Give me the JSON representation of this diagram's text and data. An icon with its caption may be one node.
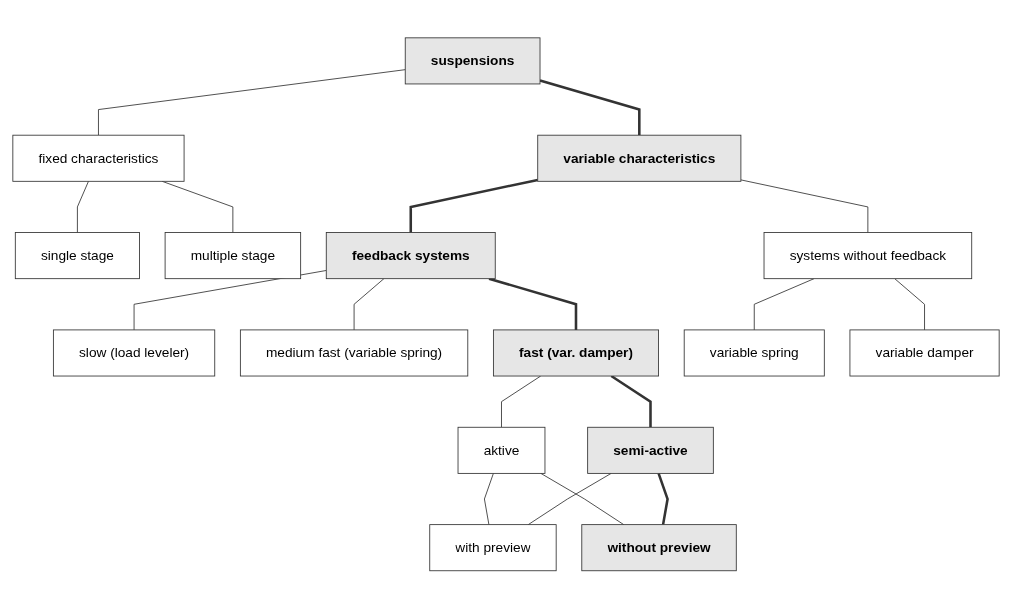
{
  "diagram": {
    "nodes": [
      {
        "text": [
          "suspensions"
        ]
      },
      {
        "text": [
          "fixed characteristics"
        ]
      },
      {
        "text": [
          "variable characteristics"
        ]
      },
      {
        "text": [
          "single stage"
        ]
      },
      {
        "text": [
          "multiple stage"
        ]
      },
      {
        "text": [
          "feedback systems"
        ]
      },
      {
        "text": [
          "systems without feedback"
        ]
      },
      {
        "text": [
          "slow (load leveler)"
        ]
      },
      {
        "text": [
          "medium fast (variable spring)"
        ]
      },
      {
        "text": [
          "fast (var. damper)"
        ]
      },
      {
        "text": [
          "variable spring"
        ]
      },
      {
        "text": [
          "variable damper"
        ]
      },
      {
        "text": [
          "aktive"
        ]
      },
      {
        "text": [
          "semi-active"
        ]
      },
      {
        "text": [
          "with preview"
        ]
      },
      {
        "text": [
          "without preview"
        ]
      }
    ],
    "edges": [
      {
        "from": 0,
        "to": 1,
        "arrow": "none"
      },
      {
        "from": 0,
        "to": 2,
        "arrow": "none",
        "style": "thick"
      },
      {
        "from": 1,
        "to": 3,
        "arrow": "none"
      },
      {
        "from": 1,
        "to": 4,
        "arrow": "none"
      },
      {
        "from": 2,
        "to": 5,
        "arrow": "none",
        "style": "thick"
      },
      {
        "from": 2,
        "to": 6,
        "arrow": "none"
      },
      {
        "from": 5,
        "to": 7,
        "arrow": "none"
      },
      {
        "from": 5,
        "to": 8,
        "arrow": "none"
      },
      {
        "from": 5,
        "to": 9,
        "arrow": "none",
        "style": "thick"
      },
      {
        "from": 6,
        "to": 10,
        "arrow": "none"
      },
      {
        "from": 6,
        "to": 11,
        "arrow": "none"
      },
      {
        "from": 9,
        "to": 12,
        "arrow": "none"
      },
      {
        "from": 9,
        "to": 13,
        "arrow": "none",
        "style": "thick"
      },
      {
        "from": 12,
        "to": 14,
        "arrow": "none"
      },
      {
        "from": 12,
        "to": 15,
        "arrow": "none"
      },
      {
        "from": 13,
        "to": 14,
        "arrow": "none"
      },
      {
        "from": 13,
        "to": 15,
        "arrow": "none",
        "style": "thick"
      }
    ]
  }
}
